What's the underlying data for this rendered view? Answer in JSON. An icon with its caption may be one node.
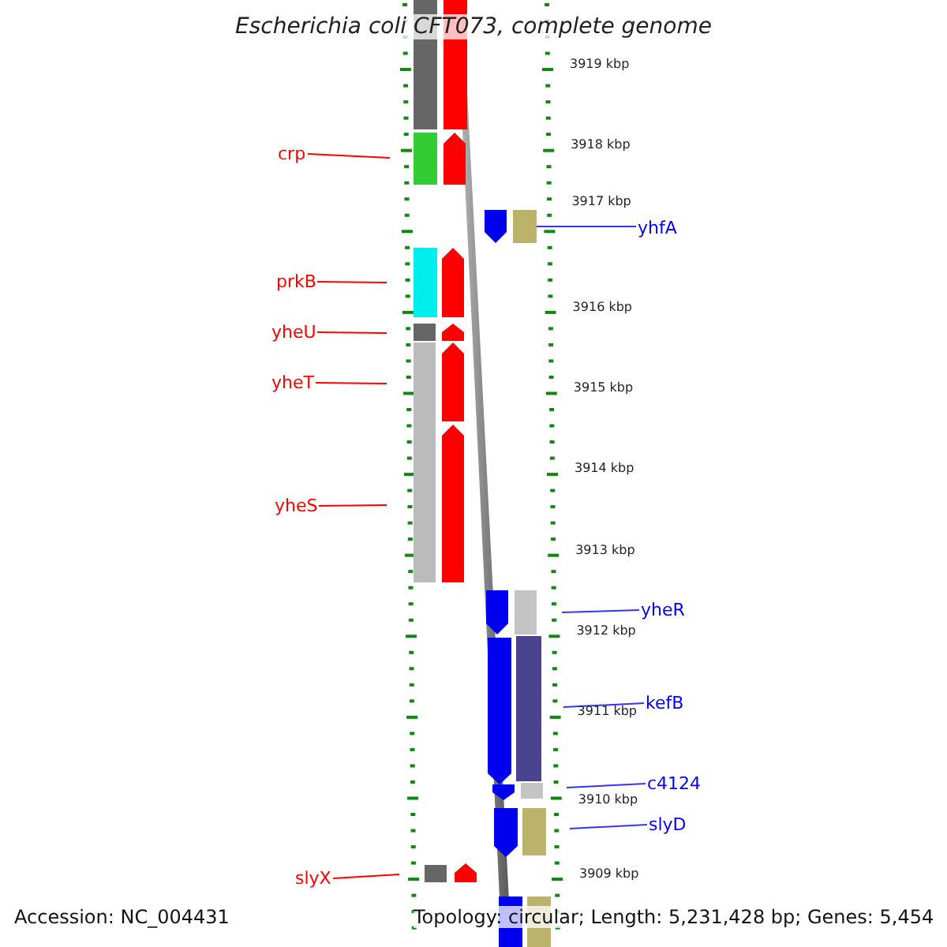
{
  "diagram": {
    "title": "Escherichia coli CFT073, complete genome",
    "nodes": [
      {
        "text": [
          "crp"
        ]
      },
      {
        "text": [
          "yhfA"
        ]
      },
      {
        "text": [
          "prkB"
        ]
      },
      {
        "text": [
          "yheU"
        ]
      },
      {
        "text": [
          "yheT"
        ]
      },
      {
        "text": [
          "yheS"
        ]
      },
      {
        "text": [
          "yheR"
        ]
      },
      {
        "text": [
          "kefB"
        ]
      },
      {
        "text": [
          "c4124"
        ]
      },
      {
        "text": [
          "slyD"
        ]
      },
      {
        "text": [
          "slyX"
        ]
      },
      {
        "text": [],
        "shape": "bar"
      }
    ],
    "edges": [
      {
        "from": 0,
        "to": null,
        "arrow": "none"
      },
      {
        "from": 1,
        "to": 11,
        "arrow": "none",
        "color": "#3333ff"
      },
      {
        "from": 2,
        "to": null,
        "arrow": "none"
      },
      {
        "from": 3,
        "to": null,
        "arrow": "none"
      },
      {
        "from": 4,
        "to": null,
        "arrow": "none"
      },
      {
        "from": 5,
        "to": null,
        "arrow": "none"
      },
      {
        "from": 6,
        "to": null,
        "arrow": "none",
        "color": "#3333ff"
      },
      {
        "from": 7,
        "to": null,
        "arrow": "none",
        "color": "#3333ff"
      },
      {
        "from": 8,
        "to": null,
        "arrow": "none",
        "color": "#3333ff"
      },
      {
        "from": 9,
        "to": null,
        "arrow": "none",
        "color": "#3333ff"
      },
      {
        "from": 10,
        "to": null,
        "arrow": "none"
      }
    ],
    "labels": [
      "3919 kbp",
      "3918 kbp",
      "3917 kbp",
      "3916 kbp",
      "3915 kbp",
      "3914 kbp",
      "3913 kbp",
      "3912 kbp",
      "3911 kbp",
      "3910 kbp",
      "3909 kbp",
      "Accession: NC_004431",
      "Topology: circular; Length: 5,231,428 bp; Genes: 5,454"
    ]
  }
}
